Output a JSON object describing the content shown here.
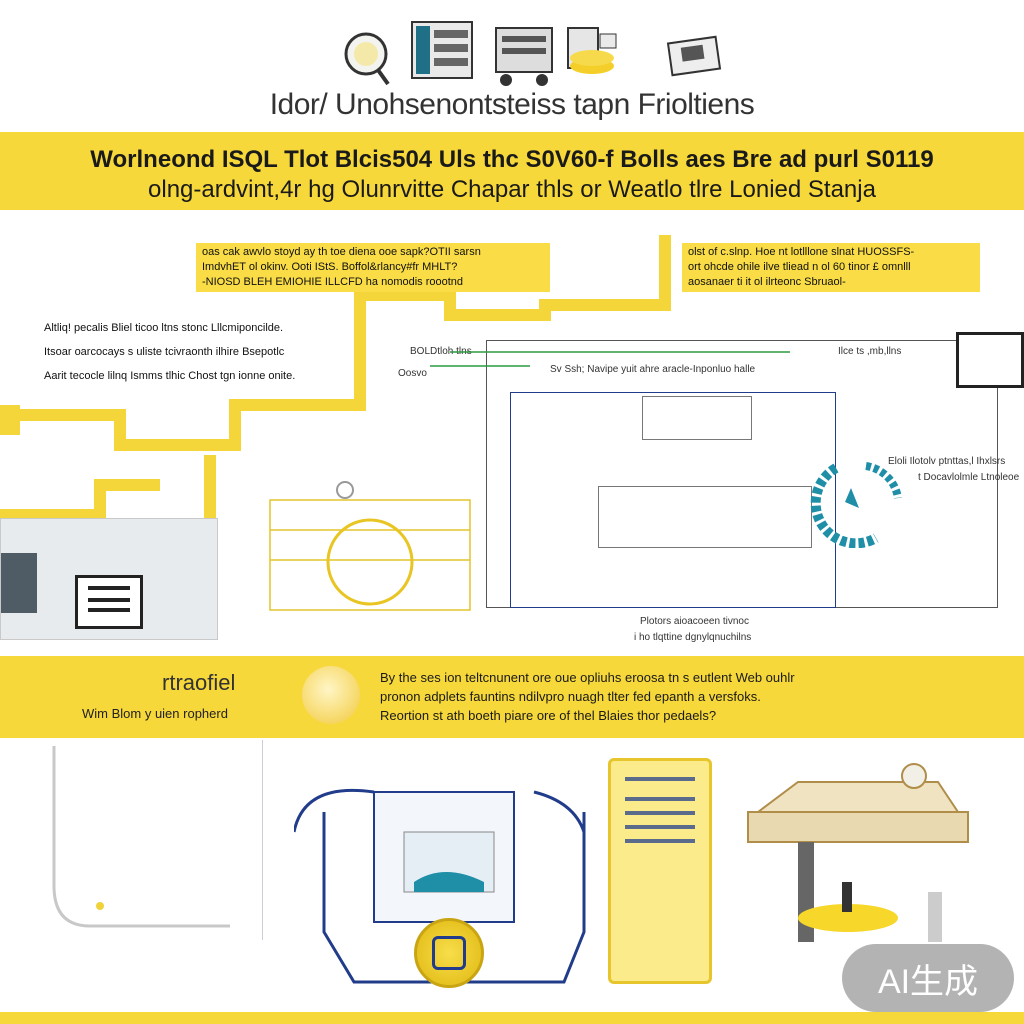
{
  "header": {
    "title": "Idor/ Unohsenontsteiss tapn Frioltiens"
  },
  "banner": {
    "line1": "Worlneond ISQL Tlot Blcis504 Uls thc S0V60-f Bolls aes Bre ad purl S0119",
    "line2": "olng-ardvint,4r hg Olunrvitte Chapar thls or Weatlo tlre Lonied Stanja"
  },
  "notes": {
    "left_box": [
      "oas cak awvlo stoyd ay th toe diena ooe sapk?OTII sarsn",
      "ImdvhET ol okinv. Ooti IStS. Boffol&rlancy#fr MHLT?",
      "-NIOSD BLEH EMIOHIE ILLCFD ha nomodis roootnd"
    ],
    "left_text": [
      "Altliq! pecalis Bliel ticoo ltns stonc Lllcmiponcilde.",
      "Itsoar oarcocays s uliste tcivraonth ilhire Bsepotlc",
      "Aarit tecocle lilnq Ismms tlhic Chost tgn ionne onite."
    ],
    "right_box": [
      "olst of c.slnp. Hoe nt lotlllone slnat HUOSSFS-",
      "ort ohcde ohile ilve tliead n ol 60 tinor £ omnlll",
      "aosanaer ti it ol ilrteonc Sbruaol-"
    ]
  },
  "diagram": {
    "left_label_1": "BOLDtloh tlns",
    "left_label_2": "Oosvo",
    "middle_label": "Sv Ssh; Navipe yuit ahre aracle-Inponluo halle",
    "right_label": "Ilce ts ,mb,llns",
    "right_col_1": "Eloli Ilotolv ptnttas,l Ihxlsrs",
    "right_col_2": "t Docavlolmle Ltnoleoe",
    "bottom_caption_1": "Plotors aioacoeen tivnoc",
    "bottom_caption_2": "i ho tlqttine dgnylqnuchilns"
  },
  "feature": {
    "heading": "rtraofiel",
    "sub": "Wim Blom y uien ropherd",
    "text": [
      "By the ses ion teltcnunent ore oue opliuhs eroosa tn s eutlent Web ouhlr",
      "pronon adplets fauntins ndilvpro nuagh tlter fed epanth a versfoks.",
      "Reortion st ath boeth piare ore of thel Blaies thor pedaels?"
    ]
  },
  "watermark": "AI生成",
  "colors": {
    "accent_yellow": "#f7d83a",
    "navy": "#213c8a",
    "teal": "#1f8fa8"
  },
  "icons": [
    "magnifier-icon",
    "server-rack-icon",
    "cart-machine-icon",
    "gold-stack-icon",
    "device-card-icon",
    "document-icon",
    "refresh-ring-icon",
    "globe-icon",
    "tablet-doc-icon",
    "printer-machine-icon",
    "badge-edit-icon"
  ]
}
